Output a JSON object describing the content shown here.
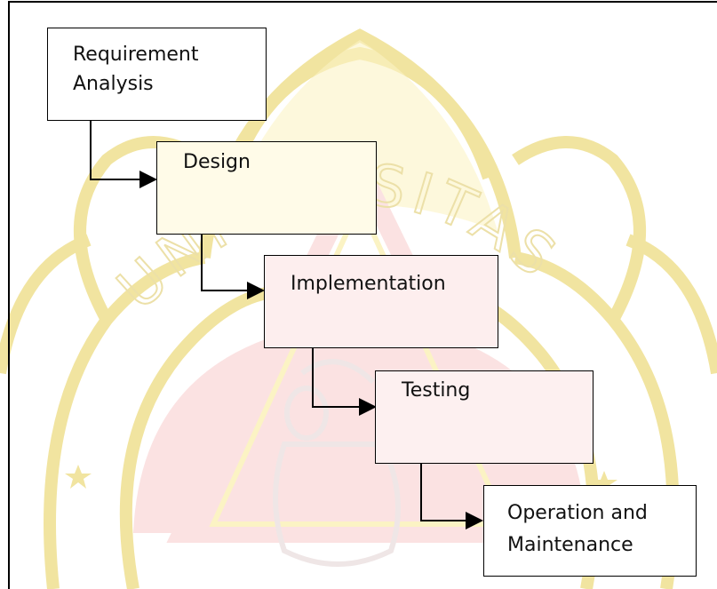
{
  "diagram": {
    "steps": [
      {
        "id": "requirement-analysis",
        "lines": [
          "Requirement",
          "Analysis"
        ]
      },
      {
        "id": "design",
        "lines": [
          "Design"
        ]
      },
      {
        "id": "implementation",
        "lines": [
          "Implementation"
        ]
      },
      {
        "id": "testing",
        "lines": [
          "Testing"
        ]
      },
      {
        "id": "operation-maintenance",
        "lines": [
          "Operation and",
          "Maintenance"
        ]
      }
    ],
    "connectors": [
      {
        "from": "requirement-analysis",
        "to": "design"
      },
      {
        "from": "design",
        "to": "implementation"
      },
      {
        "from": "implementation",
        "to": "testing"
      },
      {
        "from": "testing",
        "to": "operation-maintenance"
      }
    ]
  },
  "colors": {
    "stroke": "#000000",
    "text": "#111111",
    "watermark_gold": "#fbf3c4",
    "watermark_gold_line": "#f1e4a0",
    "watermark_red": "#fbe2e2",
    "box_fill": "#fffbe6"
  },
  "watermark": {
    "kind": "university-seal",
    "text": "UNIVERSITAS"
  }
}
